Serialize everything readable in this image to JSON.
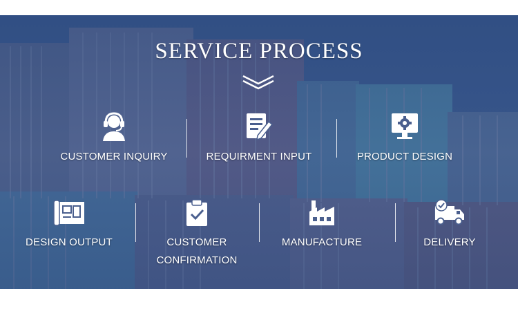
{
  "title": "SERVICE PROCESS",
  "colors": {
    "overlay": "#2f4f88",
    "text": "#ffffff"
  },
  "steps": [
    {
      "label": "CUSTOMER INQUIRY",
      "icon": "headset-support-icon"
    },
    {
      "label": "REQUIRMENT INPUT",
      "icon": "document-edit-icon"
    },
    {
      "label": "PRODUCT DESIGN",
      "icon": "monitor-gear-icon"
    },
    {
      "label": "DESIGN OUTPUT",
      "icon": "blueprint-icon"
    },
    {
      "label_line1": "CUSTOMER",
      "label_line2": "CONFIRMATION",
      "icon": "clipboard-check-icon"
    },
    {
      "label": "MANUFACTURE",
      "icon": "factory-icon"
    },
    {
      "label": "DELIVERY",
      "icon": "delivery-truck-icon"
    }
  ]
}
